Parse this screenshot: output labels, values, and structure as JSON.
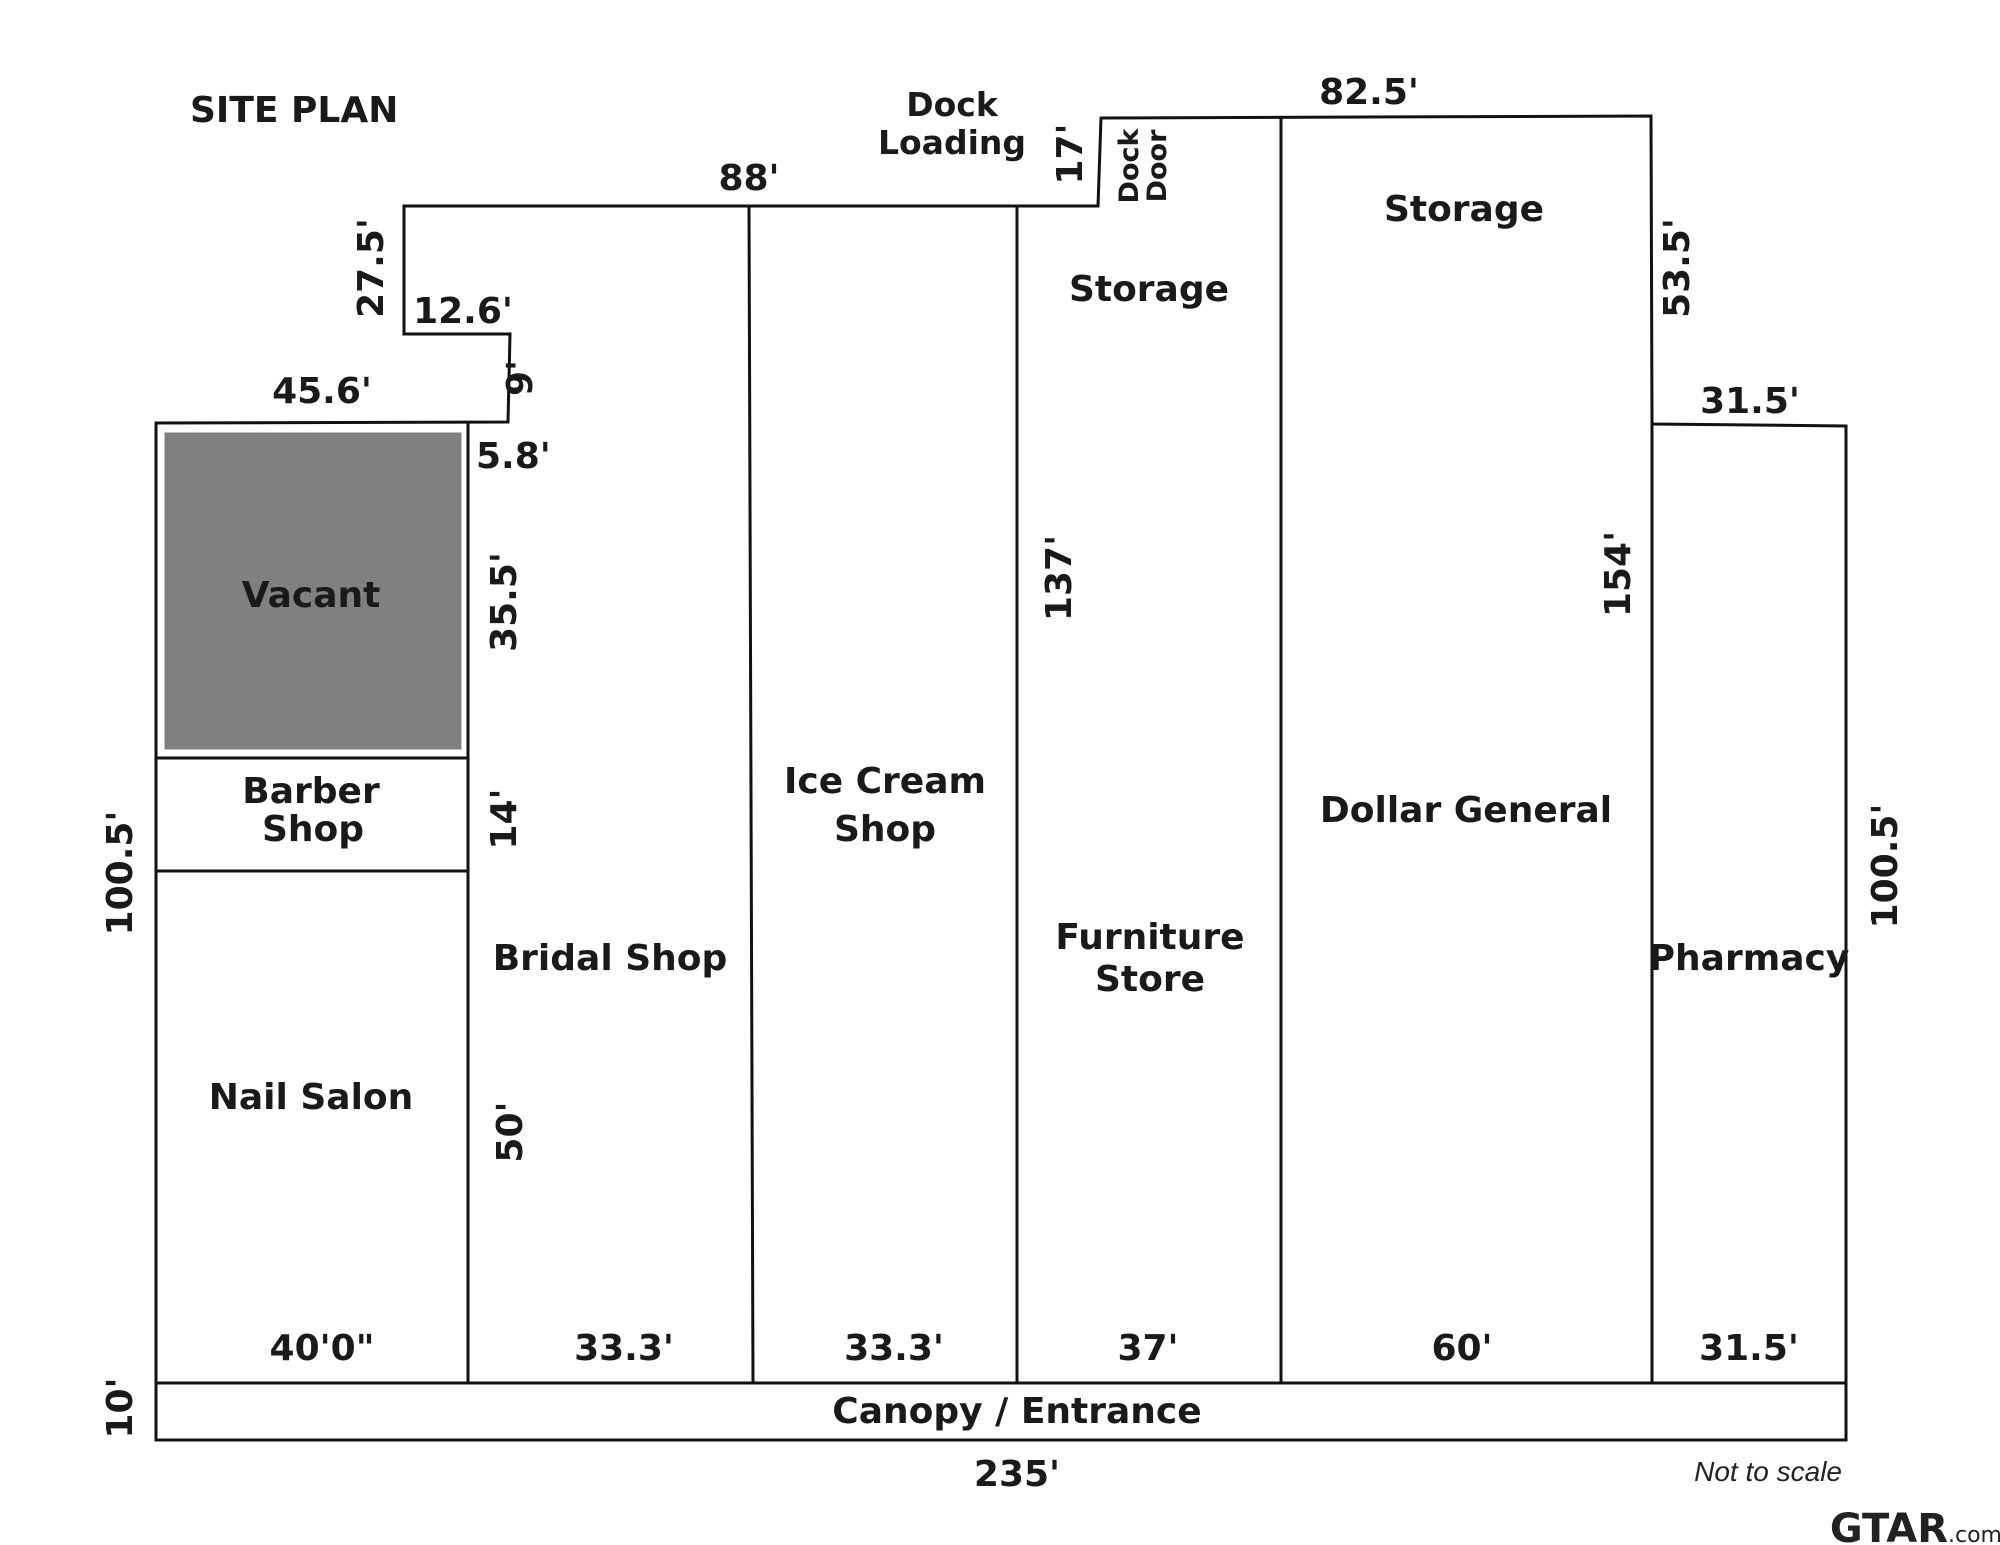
{
  "title": "SITE PLAN",
  "units": [
    {
      "key": "vacant",
      "name": "Vacant",
      "vacant": true
    },
    {
      "key": "barber",
      "name": "Barber Shop",
      "lines": [
        "Barber",
        "Shop"
      ]
    },
    {
      "key": "nail",
      "name": "Nail Salon"
    },
    {
      "key": "bridal",
      "name": "Bridal Shop"
    },
    {
      "key": "icecream",
      "name": "Ice Cream Shop",
      "lines": [
        "Ice Cream",
        "Shop"
      ]
    },
    {
      "key": "furniture",
      "name": "Furniture Store",
      "lines": [
        "Furniture",
        "Store"
      ]
    },
    {
      "key": "dollar",
      "name": "Dollar General"
    },
    {
      "key": "pharmacy",
      "name": "Pharmacy"
    }
  ],
  "storage_labels": {
    "furniture": "Storage",
    "dollar": "Storage"
  },
  "dock_loading": [
    "Dock",
    "Loading"
  ],
  "dock_door": [
    "Dock",
    "Door"
  ],
  "canopy": "Canopy / Entrance",
  "dimensions": {
    "front_nail": "40'0\"",
    "front_bridal": "33.3'",
    "front_icecream": "33.3'",
    "front_furniture": "37'",
    "front_dollar": "60'",
    "front_pharmacy": "31.5'",
    "total_width": "235'",
    "canopy_depth": "10'",
    "left_depth": "100.5'",
    "right_depth": "100.5'",
    "top_vacant": "45.6'",
    "step_9": "9'",
    "step_12_6": "12.6'",
    "step_27_5": "27.5'",
    "rear_88": "88'",
    "dock_17": "17'",
    "rear_82_5": "82.5'",
    "side_53_5": "53.5'",
    "top_pharmacy": "31.5'",
    "offset_5_8": "5.8'",
    "vacant_depth": "35.5'",
    "barber_depth": "14'",
    "nail_depth": "50'",
    "furniture_depth": "137'",
    "dollar_depth": "154'"
  },
  "note": "Not to scale",
  "logo": {
    "main": "GTAR",
    "suffix": ".com"
  },
  "colors": {
    "line": "#111111",
    "vacant_fill": "#808080",
    "vacant_border": "#ffffff"
  }
}
